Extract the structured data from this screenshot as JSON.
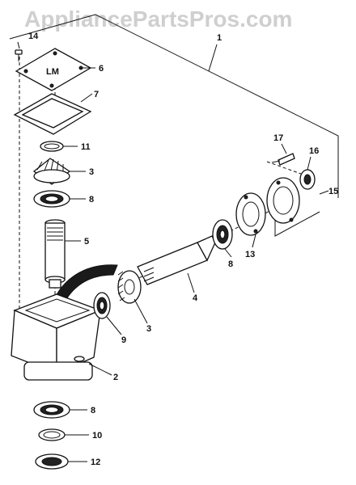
{
  "watermark": "AppliancePartsPros.com",
  "stamp": "LM",
  "callouts": {
    "n1": "1",
    "n2": "2",
    "n3a": "3",
    "n3b": "3",
    "n4": "4",
    "n5": "5",
    "n6": "6",
    "n7": "7",
    "n8a": "8",
    "n8b": "8",
    "n8c": "8",
    "n9": "9",
    "n10": "10",
    "n11": "11",
    "n12": "12",
    "n13": "13",
    "n14": "14",
    "n15": "15",
    "n16": "16",
    "n17": "17"
  }
}
